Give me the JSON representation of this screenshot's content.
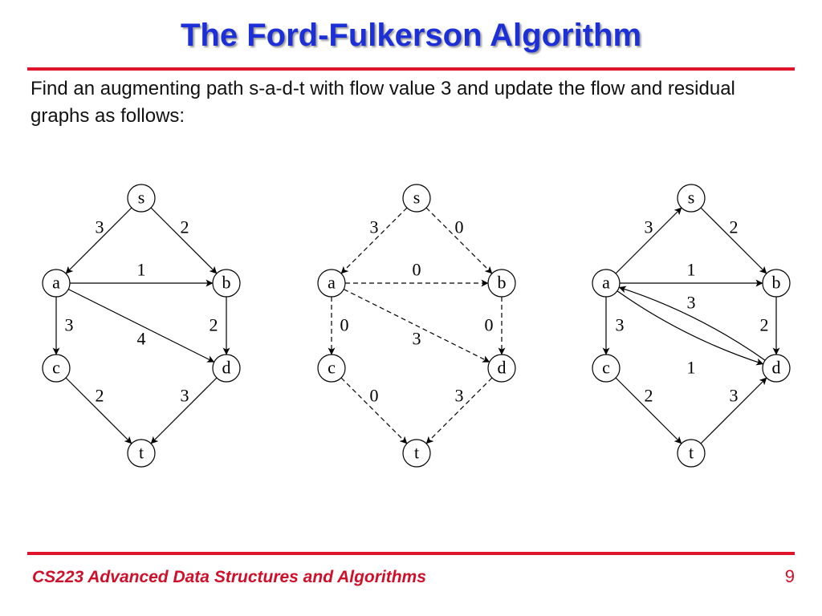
{
  "slide": {
    "title": "The Ford-Fulkerson Algorithm",
    "body": "Find an augmenting path s-a-d-t with flow value 3 and update the flow and residual graphs as follows:",
    "footer": {
      "course": "CS223 Advanced Data Structures and Algorithms",
      "page": "9"
    },
    "colors": {
      "title": "#1d2fd6",
      "rule": "#e0142a",
      "footer": "#d0102a"
    }
  },
  "graphs": [
    {
      "id": "left",
      "style": "solid",
      "nodes": [
        "s",
        "a",
        "b",
        "c",
        "d",
        "t"
      ],
      "edges": [
        {
          "from": "s",
          "to": "a",
          "label": "3"
        },
        {
          "from": "s",
          "to": "b",
          "label": "2"
        },
        {
          "from": "a",
          "to": "b",
          "label": "1"
        },
        {
          "from": "a",
          "to": "c",
          "label": "3"
        },
        {
          "from": "a",
          "to": "d",
          "label": "4"
        },
        {
          "from": "b",
          "to": "d",
          "label": "2"
        },
        {
          "from": "c",
          "to": "t",
          "label": "2"
        },
        {
          "from": "d",
          "to": "t",
          "label": "3"
        }
      ]
    },
    {
      "id": "middle",
      "style": "dashed",
      "nodes": [
        "s",
        "a",
        "b",
        "c",
        "d",
        "t"
      ],
      "edges": [
        {
          "from": "s",
          "to": "a",
          "label": "3"
        },
        {
          "from": "s",
          "to": "b",
          "label": "0"
        },
        {
          "from": "a",
          "to": "b",
          "label": "0"
        },
        {
          "from": "a",
          "to": "c",
          "label": "0"
        },
        {
          "from": "a",
          "to": "d",
          "label": "3"
        },
        {
          "from": "b",
          "to": "d",
          "label": "0"
        },
        {
          "from": "c",
          "to": "t",
          "label": "0"
        },
        {
          "from": "d",
          "to": "t",
          "label": "3"
        }
      ]
    },
    {
      "id": "right",
      "style": "solid",
      "nodes": [
        "s",
        "a",
        "b",
        "c",
        "d",
        "t"
      ],
      "edges": [
        {
          "from": "a",
          "to": "s",
          "label": "3"
        },
        {
          "from": "s",
          "to": "b",
          "label": "2"
        },
        {
          "from": "a",
          "to": "b",
          "label": "1"
        },
        {
          "from": "d",
          "to": "a",
          "label": "3"
        },
        {
          "from": "a",
          "to": "d",
          "label": "1"
        },
        {
          "from": "a",
          "to": "c",
          "label": "3"
        },
        {
          "from": "b",
          "to": "d",
          "label": "2"
        },
        {
          "from": "c",
          "to": "t",
          "label": "2"
        },
        {
          "from": "t",
          "to": "d",
          "label": "3"
        }
      ]
    }
  ]
}
